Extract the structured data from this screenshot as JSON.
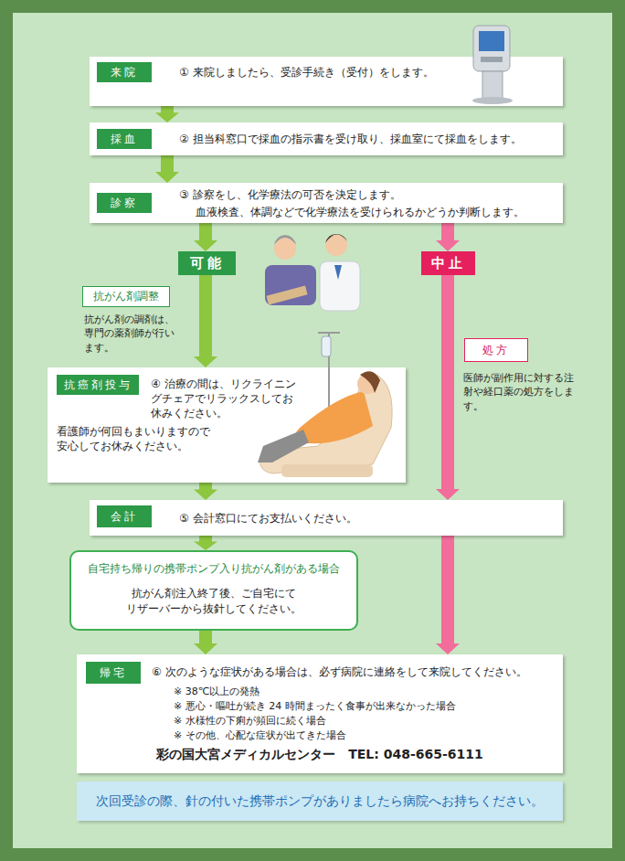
{
  "diagram": {
    "nodes": [
      {
        "text": [
          "① 来院しましたら、受診手続き（受付）をします。"
        ]
      },
      {
        "text": [
          "来院"
        ],
        "in": 0
      },
      {
        "text": [
          "② 担当科窓口で採血の指示書を受け取り、採血室にて採血をします。"
        ]
      },
      {
        "text": [
          "採血"
        ],
        "in": 2
      },
      {
        "text": [
          "③ 診察をし、化学療法の可否を決定します。",
          "血液検査、体調などで化学療法を受けられるかどうか判断します。"
        ]
      },
      {
        "text": [
          "診察"
        ],
        "in": 4
      },
      {
        "text": [
          "可能"
        ]
      },
      {
        "text": [
          "中止"
        ]
      },
      {
        "text": [
          "抗がん剤調整"
        ]
      },
      {
        "text": [
          "処方"
        ]
      },
      {
        "text": [
          "④ 治療の間は、リクライニングチェアでリラックスしてお休みください。",
          "看護師が何回もまいりますので安心してお休みください。"
        ]
      },
      {
        "text": [
          "抗癌剤投与"
        ],
        "in": 10
      },
      {
        "text": [
          "⑤ 会計窓口にてお支払いください。"
        ]
      },
      {
        "text": [
          "会計"
        ],
        "in": 12
      },
      {
        "text": [
          "自宅持ち帰りの携帯ポンプ入り抗がん剤がある場合",
          "抗がん剤注入終了後、ご自宅にて リザーバーから抜針してください。"
        ]
      },
      {
        "text": [
          "⑥ 次のような症状がある場合は、必ず病院に連絡をして来院してください。",
          "※ 38℃以上の発熱",
          "※ 悪心・嘔吐が続き 24 時間まったく食事が出来なかった場合",
          "※ 水様性の下痢が頻回に続く場合",
          "※ その他、心配な症状が出てきた場合",
          "彩の国大宮メディカルセンター　TEL: 048-665-6111"
        ]
      },
      {
        "text": [
          "帰宅"
        ],
        "in": 15
      },
      {
        "text": [
          "次回受診の際、針の付いた携帯ポンプがありましたら病院へお持ちください。"
        ]
      }
    ],
    "edges": [
      {
        "from": 0,
        "to": 2,
        "arrow": "to"
      },
      {
        "from": 2,
        "to": 4,
        "arrow": "to"
      },
      {
        "from": 4,
        "to": 6,
        "arrow": "to"
      },
      {
        "from": 4,
        "to": 7,
        "arrow": "to"
      },
      {
        "from": 6,
        "to": 10,
        "arrow": "to"
      },
      {
        "from": 10,
        "to": 12,
        "arrow": "to"
      },
      {
        "from": 7,
        "to": 12,
        "arrow": "to"
      },
      {
        "from": 12,
        "to": 14,
        "arrow": "to"
      },
      {
        "from": 14,
        "to": 15,
        "arrow": "to"
      },
      {
        "from": 12,
        "to": 15,
        "arrow": "to"
      }
    ],
    "labels": [
      "抗がん剤の調剤は、専門の薬剤師が行います。",
      "医師が副作用に対する注射や経口薬の処方をします。"
    ]
  }
}
